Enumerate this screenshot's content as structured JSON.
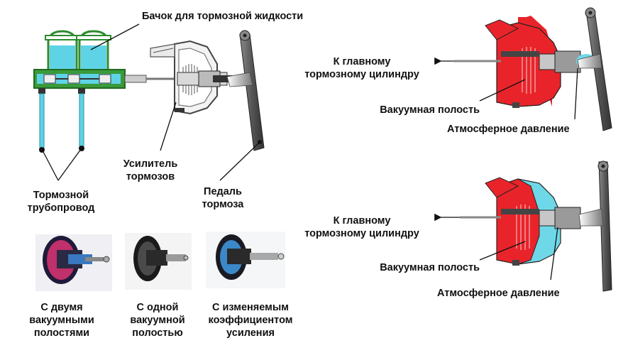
{
  "labels": {
    "reservoir": "Бачок для тормозной жидкости",
    "booster": [
      "Усилитель",
      "тормозов"
    ],
    "brake_line": [
      "Тормозной",
      "трубопровод"
    ],
    "pedal": [
      "Педаль",
      "тормоза"
    ],
    "two_cavities": [
      "С двумя",
      "вакуумными",
      "полостями"
    ],
    "one_cavity": [
      "С одной",
      "вакуумной",
      "полостью"
    ],
    "variable_ratio": [
      "С изменяемым",
      "коэффициентом",
      "усиления"
    ],
    "top_right": {
      "to_master": [
        "К главному",
        "тормозному цилиндру"
      ],
      "vacuum": "Вакуумная полость",
      "atmospheric": "Атмосферное давление"
    },
    "bottom_right": {
      "to_master": [
        "К главному",
        "тормозному цилиндру"
      ],
      "vacuum": "Вакуумная полость",
      "atmospheric": "Атмосферное давление"
    }
  },
  "colors": {
    "fluid": "#5fd3e6",
    "reservoir_green": "#2e8b2e",
    "vacuum_red": "#e8242a",
    "atmosphere_cyan": "#6fd8e8",
    "pedal_gray": "#6d6d6d",
    "line_black": "#111111"
  }
}
